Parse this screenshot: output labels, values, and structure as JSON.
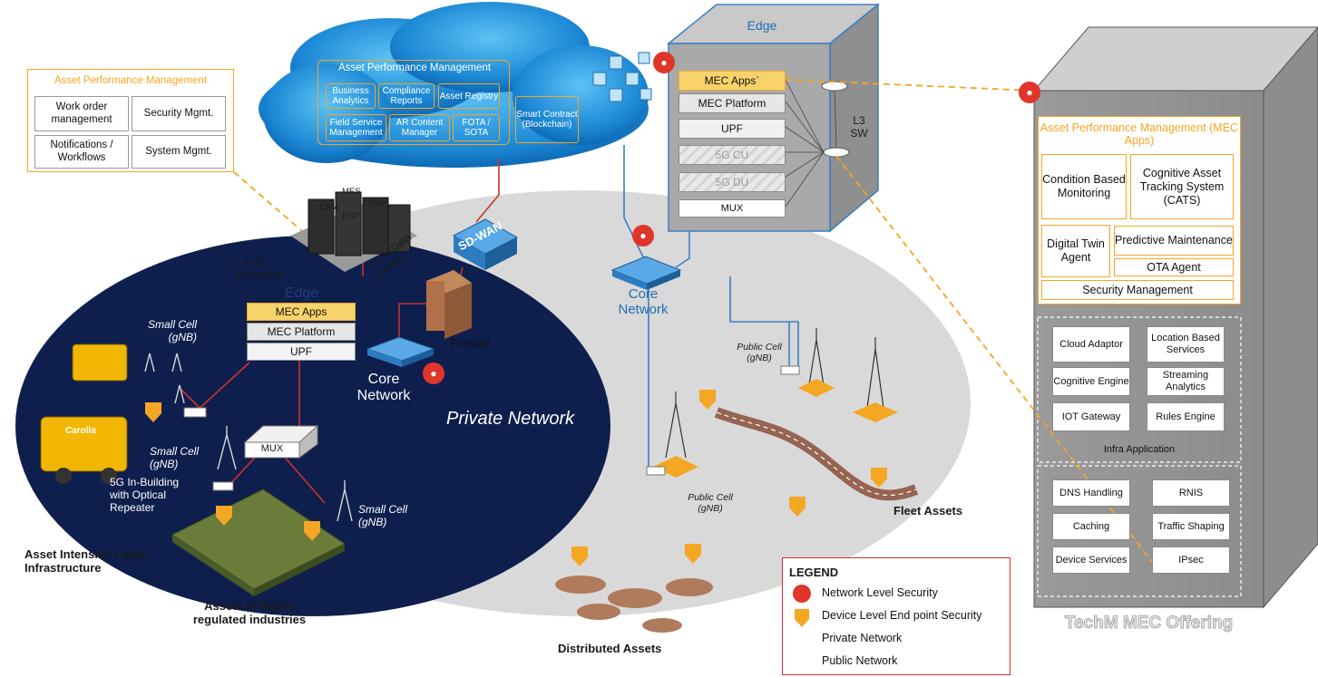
{
  "cloud": {
    "title": "Asset Performance Management",
    "items": [
      "Business Analytics",
      "Compliance Reports",
      "Asset Registry",
      "Field Service Management",
      "AR Content Manager",
      "FOTA / SOTA"
    ],
    "smart_contract": "Smart Contract (Blockchain)"
  },
  "apm_panel": {
    "title": "Asset Performance Management",
    "cells": [
      "Work order management",
      "Security Mgmt.",
      "Notifications / Workflows",
      "System Mgmt."
    ]
  },
  "edge_top": {
    "title": "Edge",
    "layers": [
      "MEC Apps`",
      "MEC Platform",
      "UPF",
      "5G CU",
      "5G DU",
      "MUX"
    ],
    "switch_label": "L3 SW"
  },
  "private": {
    "server_labels": [
      "MES",
      "EAM",
      "ERP",
      "CRM"
    ],
    "local_breakout": "Local Breakout",
    "local_dc": "Local Data Center",
    "sdwan": "SD-WAN",
    "firewall": "Firewall",
    "edge_title": "Edge",
    "edge_layers": [
      "MEC Apps",
      "MEC Platform",
      "UPF"
    ],
    "core_network": "Core Network",
    "network_name": "Private Network",
    "small_cell_1": "Small Cell (gNB)",
    "small_cell_2": "Small Cell (gNB)",
    "small_cell_3": "Small Cell (gNB)",
    "mux": "MUX",
    "repeater": "5G In-Building with Optical Repeater",
    "brand": "Carolla"
  },
  "public": {
    "core_network": "Core Network",
    "public_cell_1": "Public Cell (gNB)",
    "public_cell_2": "Public Cell (gNB)",
    "fleet": "Fleet Assets",
    "distributed": "Distributed Assets"
  },
  "captions": {
    "asset_intensive": "Asset Intensive Large Infrastructure",
    "regulated": "Assets in highly regulated industries"
  },
  "legend": {
    "title": "LEGEND",
    "items": [
      "Network Level Security",
      "Device Level End point Security",
      "Private Network",
      "Public Network"
    ]
  },
  "tower": {
    "apm_title": "Asset Performance Management (MEC Apps)",
    "apm_cells": [
      "Condition Based Monitoring",
      "Cognitive Asset Tracking System (CATS)",
      "Digital Twin Agent",
      "Predictive Maintenance",
      "OTA Agent",
      "Security Management"
    ],
    "infra_cells": [
      "Cloud Adaptor",
      "Location Based Services",
      "Cognitive Engine",
      "Streaming Analytics",
      "IOT Gateway",
      "Rules Engine"
    ],
    "infra_label": "Infra Application",
    "net_cells": [
      "DNS Handling",
      "RNIS",
      "Caching",
      "Traffic Shaping",
      "Device Services",
      "IPsec"
    ],
    "offering": "TechM MEC Offering"
  },
  "colors": {
    "accent": "#f5a623",
    "private_line": "#d0302f",
    "public_line": "#3a7fc1",
    "private_bg": "#0e1f4d",
    "public_bg": "#d7d7d7",
    "cloud": "#1d8fd9"
  }
}
